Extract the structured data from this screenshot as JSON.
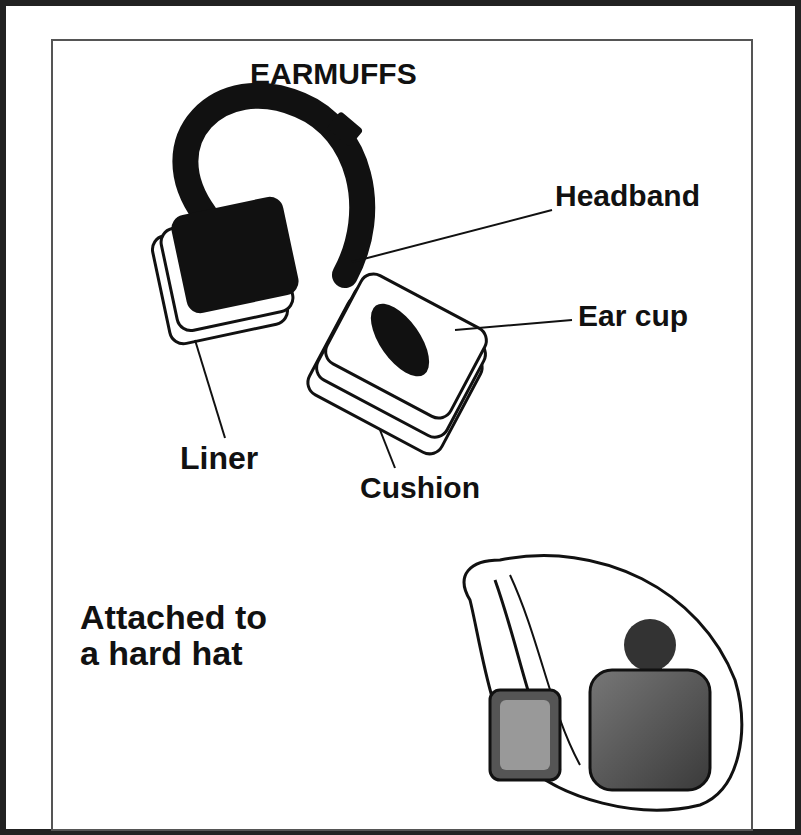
{
  "diagram": {
    "title": "EARMUFFS",
    "labels": [
      "Headband",
      "Ear cup",
      "Cushion",
      "Liner",
      "Attached to a hard hat"
    ]
  }
}
